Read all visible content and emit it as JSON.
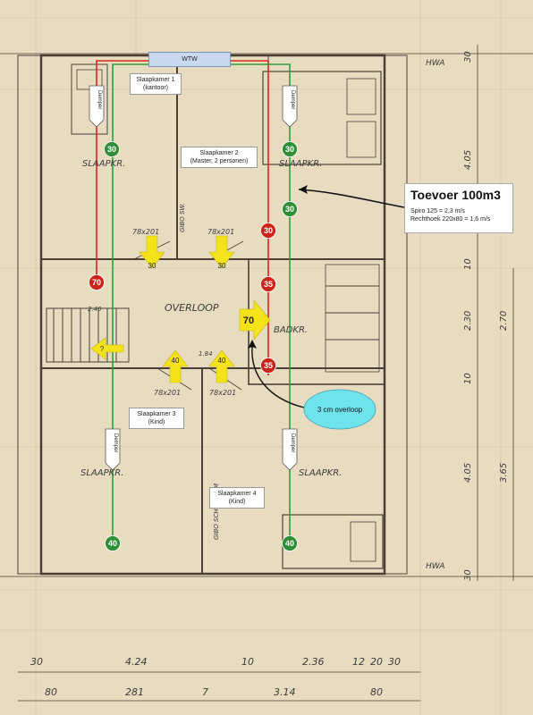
{
  "rooms": {
    "r1_name": "Slaapkamer 1",
    "r1_sub": "(kantoor)",
    "r2_name": "Slaapkamer 2",
    "r2_sub": "(Master, 2 personen)",
    "r3_name": "Slaapkamer 3",
    "r3_sub": "(Kind)",
    "r4_name": "Slaapkamer 4",
    "r4_sub": "(Kind)"
  },
  "wtw_label": "WTW",
  "callout": {
    "title": "Toevoer 100m3",
    "line1": "Spiro 125 = 2,3 m/s",
    "line2": "Rechthoek 220x80 = 1,6 m/s"
  },
  "overloop_bubble": "3 cm overloop",
  "damper_label": "Demper",
  "badges": {
    "g_r1": "30",
    "g_r2": "30",
    "g_mid": "30",
    "g_r3": "40",
    "g_r4": "40",
    "red_left": "70",
    "red_a": "30",
    "red_b": "35",
    "red_c": "35"
  },
  "arrows": {
    "down_left": "30",
    "down_right": "30",
    "up_left": "40",
    "up_right": "40",
    "big": "70",
    "stair": "?"
  },
  "handwriting": {
    "hwa_top": "HWA",
    "hwa_bottom": "HWA",
    "slpk1": "SLAAPKR.",
    "slpk2": "SLAAPKR.",
    "slpk3": "SLAAPKR.",
    "slpk4": "SLAAPKR.",
    "overloop": "OVERLOOP",
    "badkr": "BADKR.",
    "dim78_1": "78x201",
    "dim78_2": "78x201",
    "dim78_3": "78x201",
    "dim78_4": "78x201",
    "gibo1": "GIBO SW.",
    "gibo2": "GIBO SCH.W. 7CM",
    "d184": "1.84",
    "d240": "2.40",
    "r_30top": "30",
    "r_405a": "4.05",
    "r_10a": "10",
    "r_230": "2.30",
    "r_270": "2.70",
    "r_10b": "10",
    "r_405b": "4.05",
    "r_365": "3.65",
    "r_30bot": "30",
    "b_30": "30",
    "b_424": "4.24",
    "b_10": "10",
    "b_236": "2.36",
    "b_12": "12",
    "b_20": "20",
    "b_30b": "30",
    "c_80": "80",
    "c_281": "281",
    "c_7": "7",
    "c_314": "3.14",
    "c_80b": "80"
  },
  "colors": {
    "supply": "#2e9e3a",
    "exhaust": "#d9261c",
    "arrow": "#f4e21a",
    "bubble": "#6fe3ec"
  }
}
